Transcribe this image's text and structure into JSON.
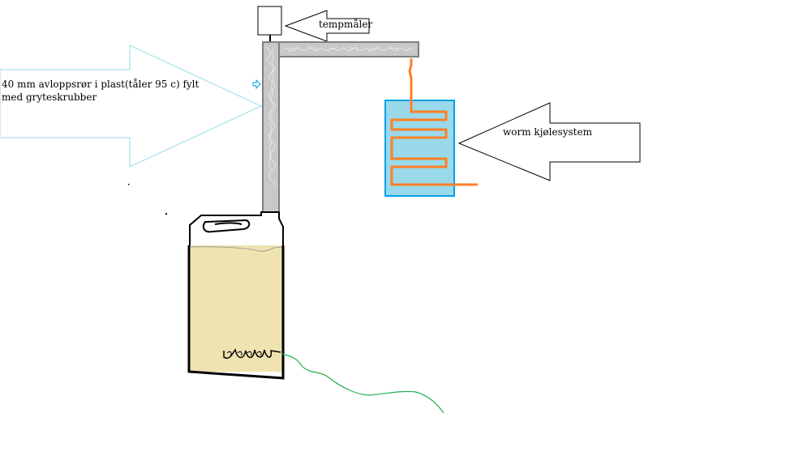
{
  "labels": {
    "pipe": [
      "40 mm avloppsrør i plast(tåler 95 c) fylt",
      "med gryteskrubber"
    ],
    "thermometer": "tempmåler",
    "condenser": "worm kjølesystem"
  },
  "colors": {
    "pipe_fill": "#c8c8c8",
    "pipe_border": "#808080",
    "scrubber_scribble": "#e6e6e6",
    "condenser_fill": "#99d9ea",
    "condenser_border": "#00a2e8",
    "coil": "#ff7f27",
    "mash": "#efe4b0",
    "heater_wire": "#22b14c",
    "arrow_light_outline": "#99d9ea",
    "arrow_dark_outline": "#000000"
  }
}
